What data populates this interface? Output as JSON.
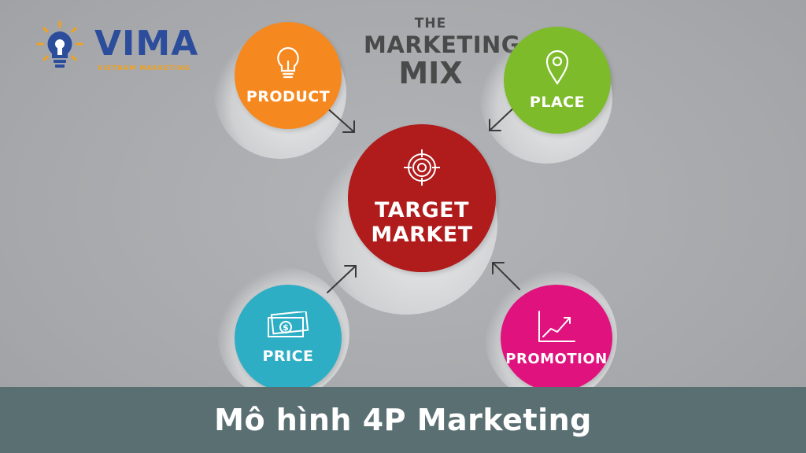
{
  "brand": {
    "name": "VIMA",
    "tagline": "VIETNAM MARKETING",
    "colors": {
      "name": "#2c4c9c",
      "tagline": "#f4a21b"
    }
  },
  "diagram": {
    "title_line1": "THE",
    "title_line2": "MARKETING",
    "title_line3": "MIX",
    "center": {
      "label_line1": "TARGET",
      "label_line2": "MARKET",
      "color": "#b01b1b",
      "icon": "target-icon"
    },
    "nodes": [
      {
        "id": "product",
        "label": "PRODUCT",
        "color": "#f5891f",
        "icon": "lightbulb-icon"
      },
      {
        "id": "place",
        "label": "PLACE",
        "color": "#7dbb2a",
        "icon": "map-pin-icon"
      },
      {
        "id": "price",
        "label": "PRICE",
        "color": "#2eaec4",
        "icon": "dollar-bill-icon"
      },
      {
        "id": "promotion",
        "label": "PROMOTION",
        "color": "#e0127e",
        "icon": "growth-chart-icon"
      }
    ]
  },
  "caption": {
    "text": "Mô hình 4P Marketing",
    "background": "#5a6f72"
  }
}
